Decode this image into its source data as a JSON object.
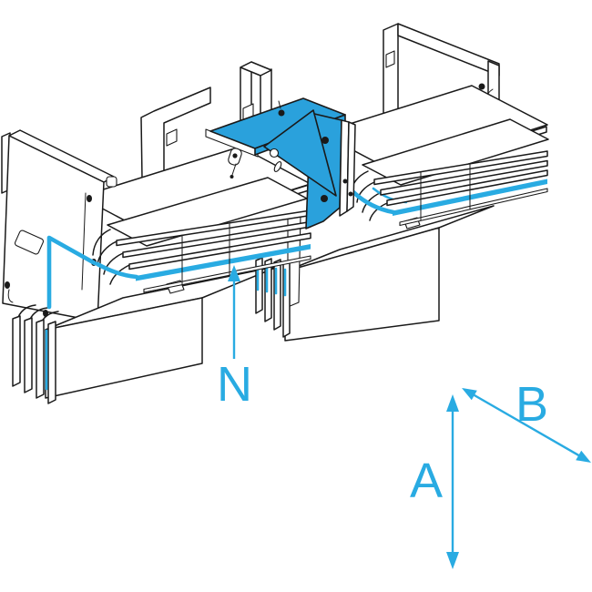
{
  "illustration": {
    "labels": {
      "neutral": "N",
      "dim_a": "A",
      "dim_b": "B"
    }
  },
  "colors": {
    "accent": "#29ABE2",
    "part_fill": "#2AA1DC",
    "line": "#1A1A1A",
    "background": "#FFFFFF"
  }
}
